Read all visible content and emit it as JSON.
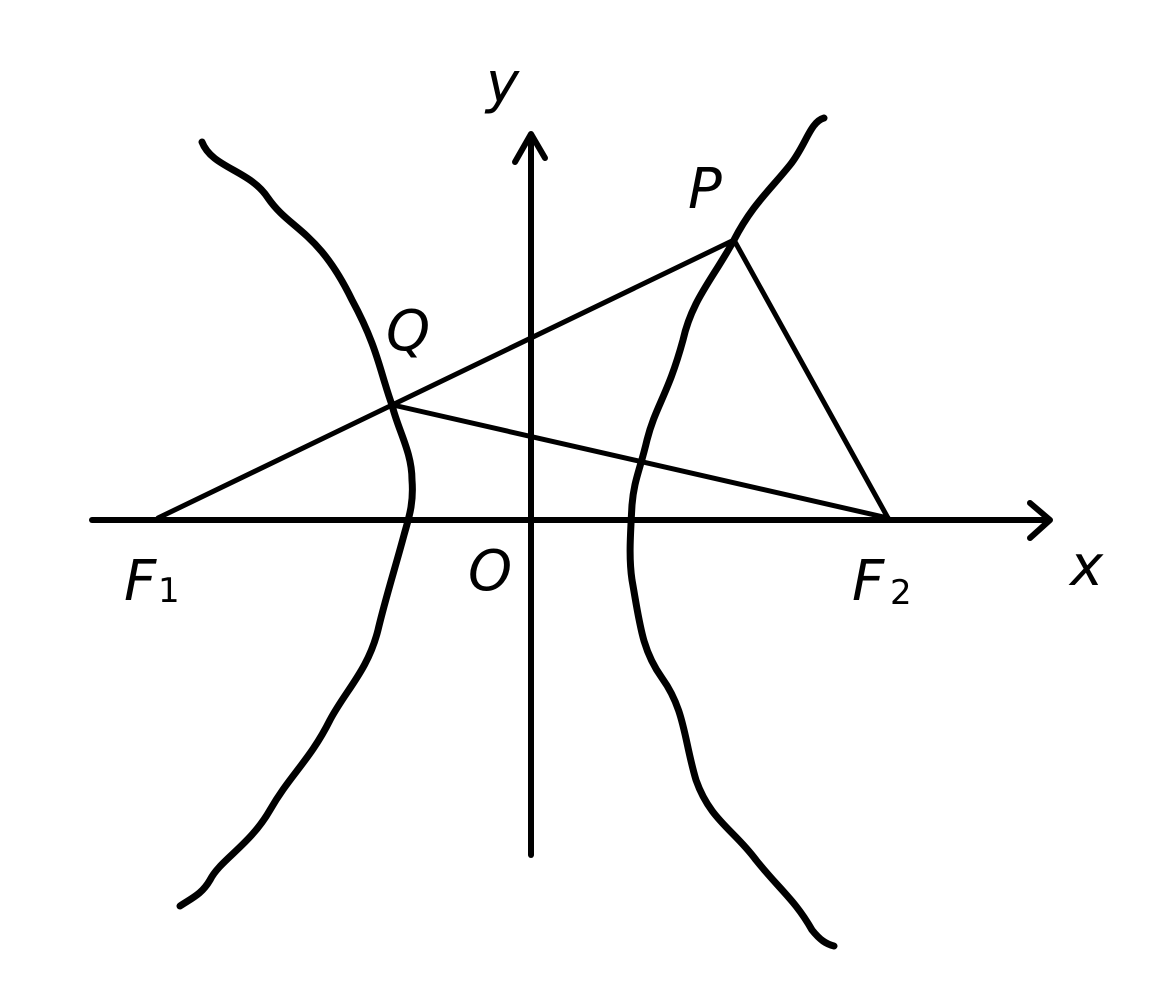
{
  "labels": {
    "y_axis": "y",
    "x_axis": "x",
    "origin": "O",
    "f1_main": "F",
    "f1_sub": "1",
    "f2_main": "F",
    "f2_sub": "2",
    "p": "P",
    "q": "Q"
  },
  "colors": {
    "ink": "#000000",
    "background": "#ffffff"
  }
}
